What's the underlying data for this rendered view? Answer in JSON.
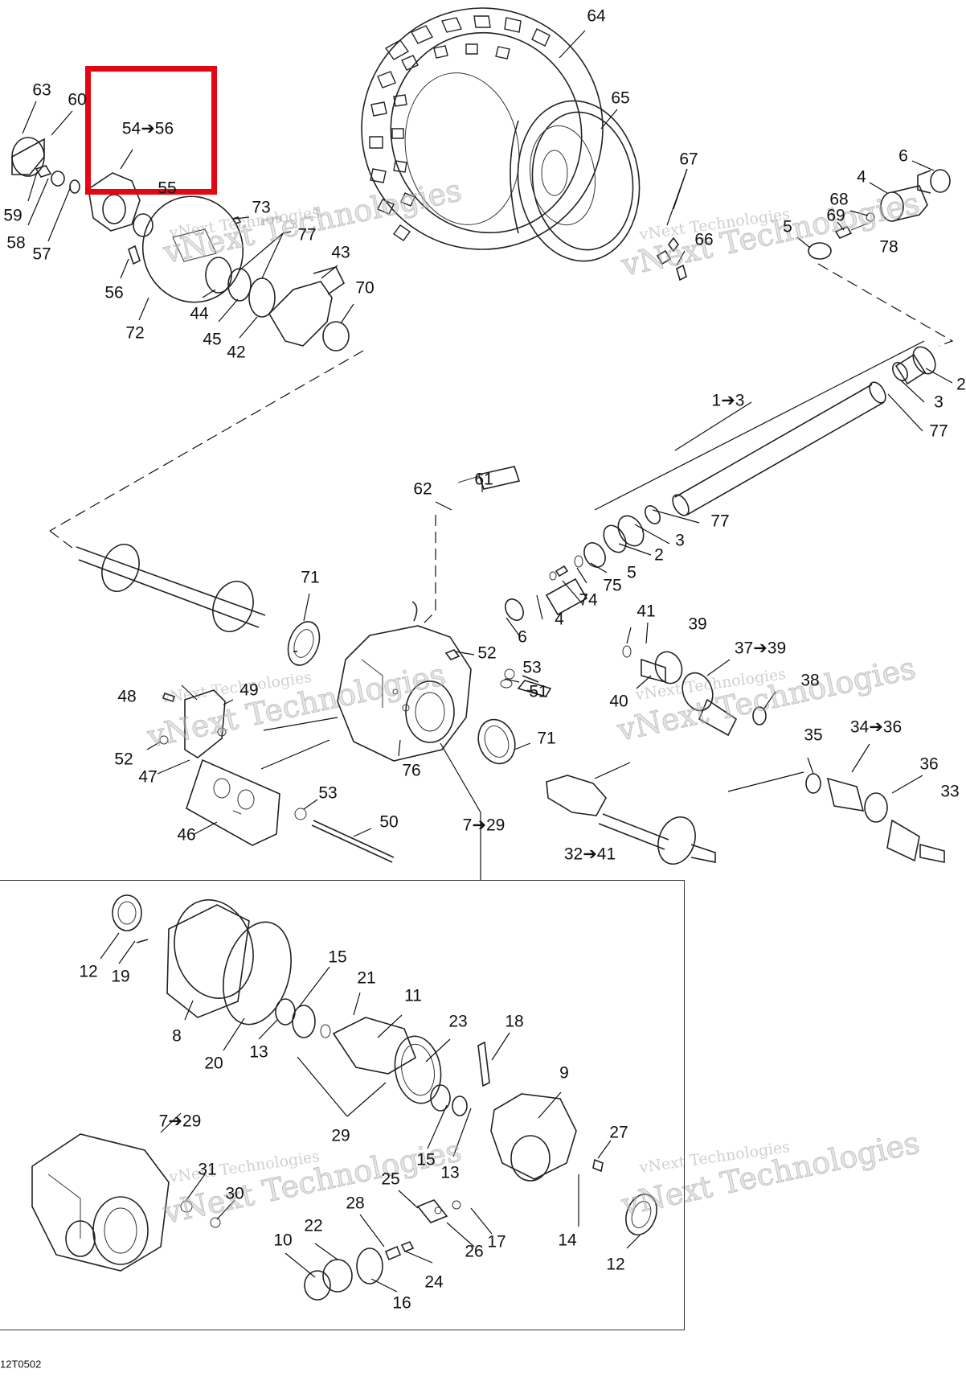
{
  "diagram": {
    "code": "12T0502",
    "watermark": "vNext Technologies",
    "highlight_color": "#e30613",
    "labels": [
      {
        "id": "64",
        "text": "64"
      },
      {
        "id": "65",
        "text": "65"
      },
      {
        "id": "67",
        "text": "67"
      },
      {
        "id": "66",
        "text": "66"
      },
      {
        "id": "6a",
        "text": "6"
      },
      {
        "id": "4a",
        "text": "4"
      },
      {
        "id": "68",
        "text": "68"
      },
      {
        "id": "69",
        "text": "69"
      },
      {
        "id": "5a",
        "text": "5"
      },
      {
        "id": "78",
        "text": "78"
      },
      {
        "id": "63",
        "text": "63"
      },
      {
        "id": "60",
        "text": "60"
      },
      {
        "id": "54-56",
        "text": "54➔56"
      },
      {
        "id": "55",
        "text": "55"
      },
      {
        "id": "73",
        "text": "73"
      },
      {
        "id": "77a",
        "text": "77"
      },
      {
        "id": "59",
        "text": "59"
      },
      {
        "id": "58",
        "text": "58"
      },
      {
        "id": "57",
        "text": "57"
      },
      {
        "id": "56",
        "text": "56"
      },
      {
        "id": "72",
        "text": "72"
      },
      {
        "id": "44",
        "text": "44"
      },
      {
        "id": "45",
        "text": "45"
      },
      {
        "id": "42",
        "text": "42"
      },
      {
        "id": "43",
        "text": "43"
      },
      {
        "id": "70",
        "text": "70"
      },
      {
        "id": "2a",
        "text": "2"
      },
      {
        "id": "3a",
        "text": "3"
      },
      {
        "id": "1-3",
        "text": "1➔3"
      },
      {
        "id": "77b",
        "text": "77"
      },
      {
        "id": "62",
        "text": "62"
      },
      {
        "id": "61",
        "text": "61"
      },
      {
        "id": "77c",
        "text": "77"
      },
      {
        "id": "3b",
        "text": "3"
      },
      {
        "id": "2b",
        "text": "2"
      },
      {
        "id": "5b",
        "text": "5"
      },
      {
        "id": "75",
        "text": "75"
      },
      {
        "id": "74",
        "text": "74"
      },
      {
        "id": "4b",
        "text": "4"
      },
      {
        "id": "6b",
        "text": "6"
      },
      {
        "id": "71a",
        "text": "71"
      },
      {
        "id": "52a",
        "text": "52"
      },
      {
        "id": "53a",
        "text": "53"
      },
      {
        "id": "51",
        "text": "51"
      },
      {
        "id": "41",
        "text": "41"
      },
      {
        "id": "39",
        "text": "39"
      },
      {
        "id": "37-39",
        "text": "37➔39"
      },
      {
        "id": "38",
        "text": "38"
      },
      {
        "id": "40",
        "text": "40"
      },
      {
        "id": "48",
        "text": "48"
      },
      {
        "id": "49",
        "text": "49"
      },
      {
        "id": "52b",
        "text": "52"
      },
      {
        "id": "47",
        "text": "47"
      },
      {
        "id": "76",
        "text": "76"
      },
      {
        "id": "71b",
        "text": "71"
      },
      {
        "id": "35",
        "text": "35"
      },
      {
        "id": "34-36",
        "text": "34➔36"
      },
      {
        "id": "36",
        "text": "36"
      },
      {
        "id": "33",
        "text": "33"
      },
      {
        "id": "53b",
        "text": "53"
      },
      {
        "id": "50",
        "text": "50"
      },
      {
        "id": "46",
        "text": "46"
      },
      {
        "id": "7-29a",
        "text": "7➔29"
      },
      {
        "id": "32-41",
        "text": "32➔41"
      },
      {
        "id": "12a",
        "text": "12"
      },
      {
        "id": "19",
        "text": "19"
      },
      {
        "id": "15a",
        "text": "15"
      },
      {
        "id": "21",
        "text": "21"
      },
      {
        "id": "11",
        "text": "11"
      },
      {
        "id": "23",
        "text": "23"
      },
      {
        "id": "18",
        "text": "18"
      },
      {
        "id": "8",
        "text": "8"
      },
      {
        "id": "20",
        "text": "20"
      },
      {
        "id": "13a",
        "text": "13"
      },
      {
        "id": "9",
        "text": "9"
      },
      {
        "id": "29",
        "text": "29"
      },
      {
        "id": "15b",
        "text": "15"
      },
      {
        "id": "13b",
        "text": "13"
      },
      {
        "id": "27",
        "text": "27"
      },
      {
        "id": "7-29b",
        "text": "7➔29"
      },
      {
        "id": "31",
        "text": "31"
      },
      {
        "id": "30",
        "text": "30"
      },
      {
        "id": "25",
        "text": "25"
      },
      {
        "id": "28",
        "text": "28"
      },
      {
        "id": "22",
        "text": "22"
      },
      {
        "id": "10",
        "text": "10"
      },
      {
        "id": "17",
        "text": "17"
      },
      {
        "id": "26",
        "text": "26"
      },
      {
        "id": "14",
        "text": "14"
      },
      {
        "id": "12b",
        "text": "12"
      },
      {
        "id": "24",
        "text": "24"
      },
      {
        "id": "16",
        "text": "16"
      }
    ]
  }
}
